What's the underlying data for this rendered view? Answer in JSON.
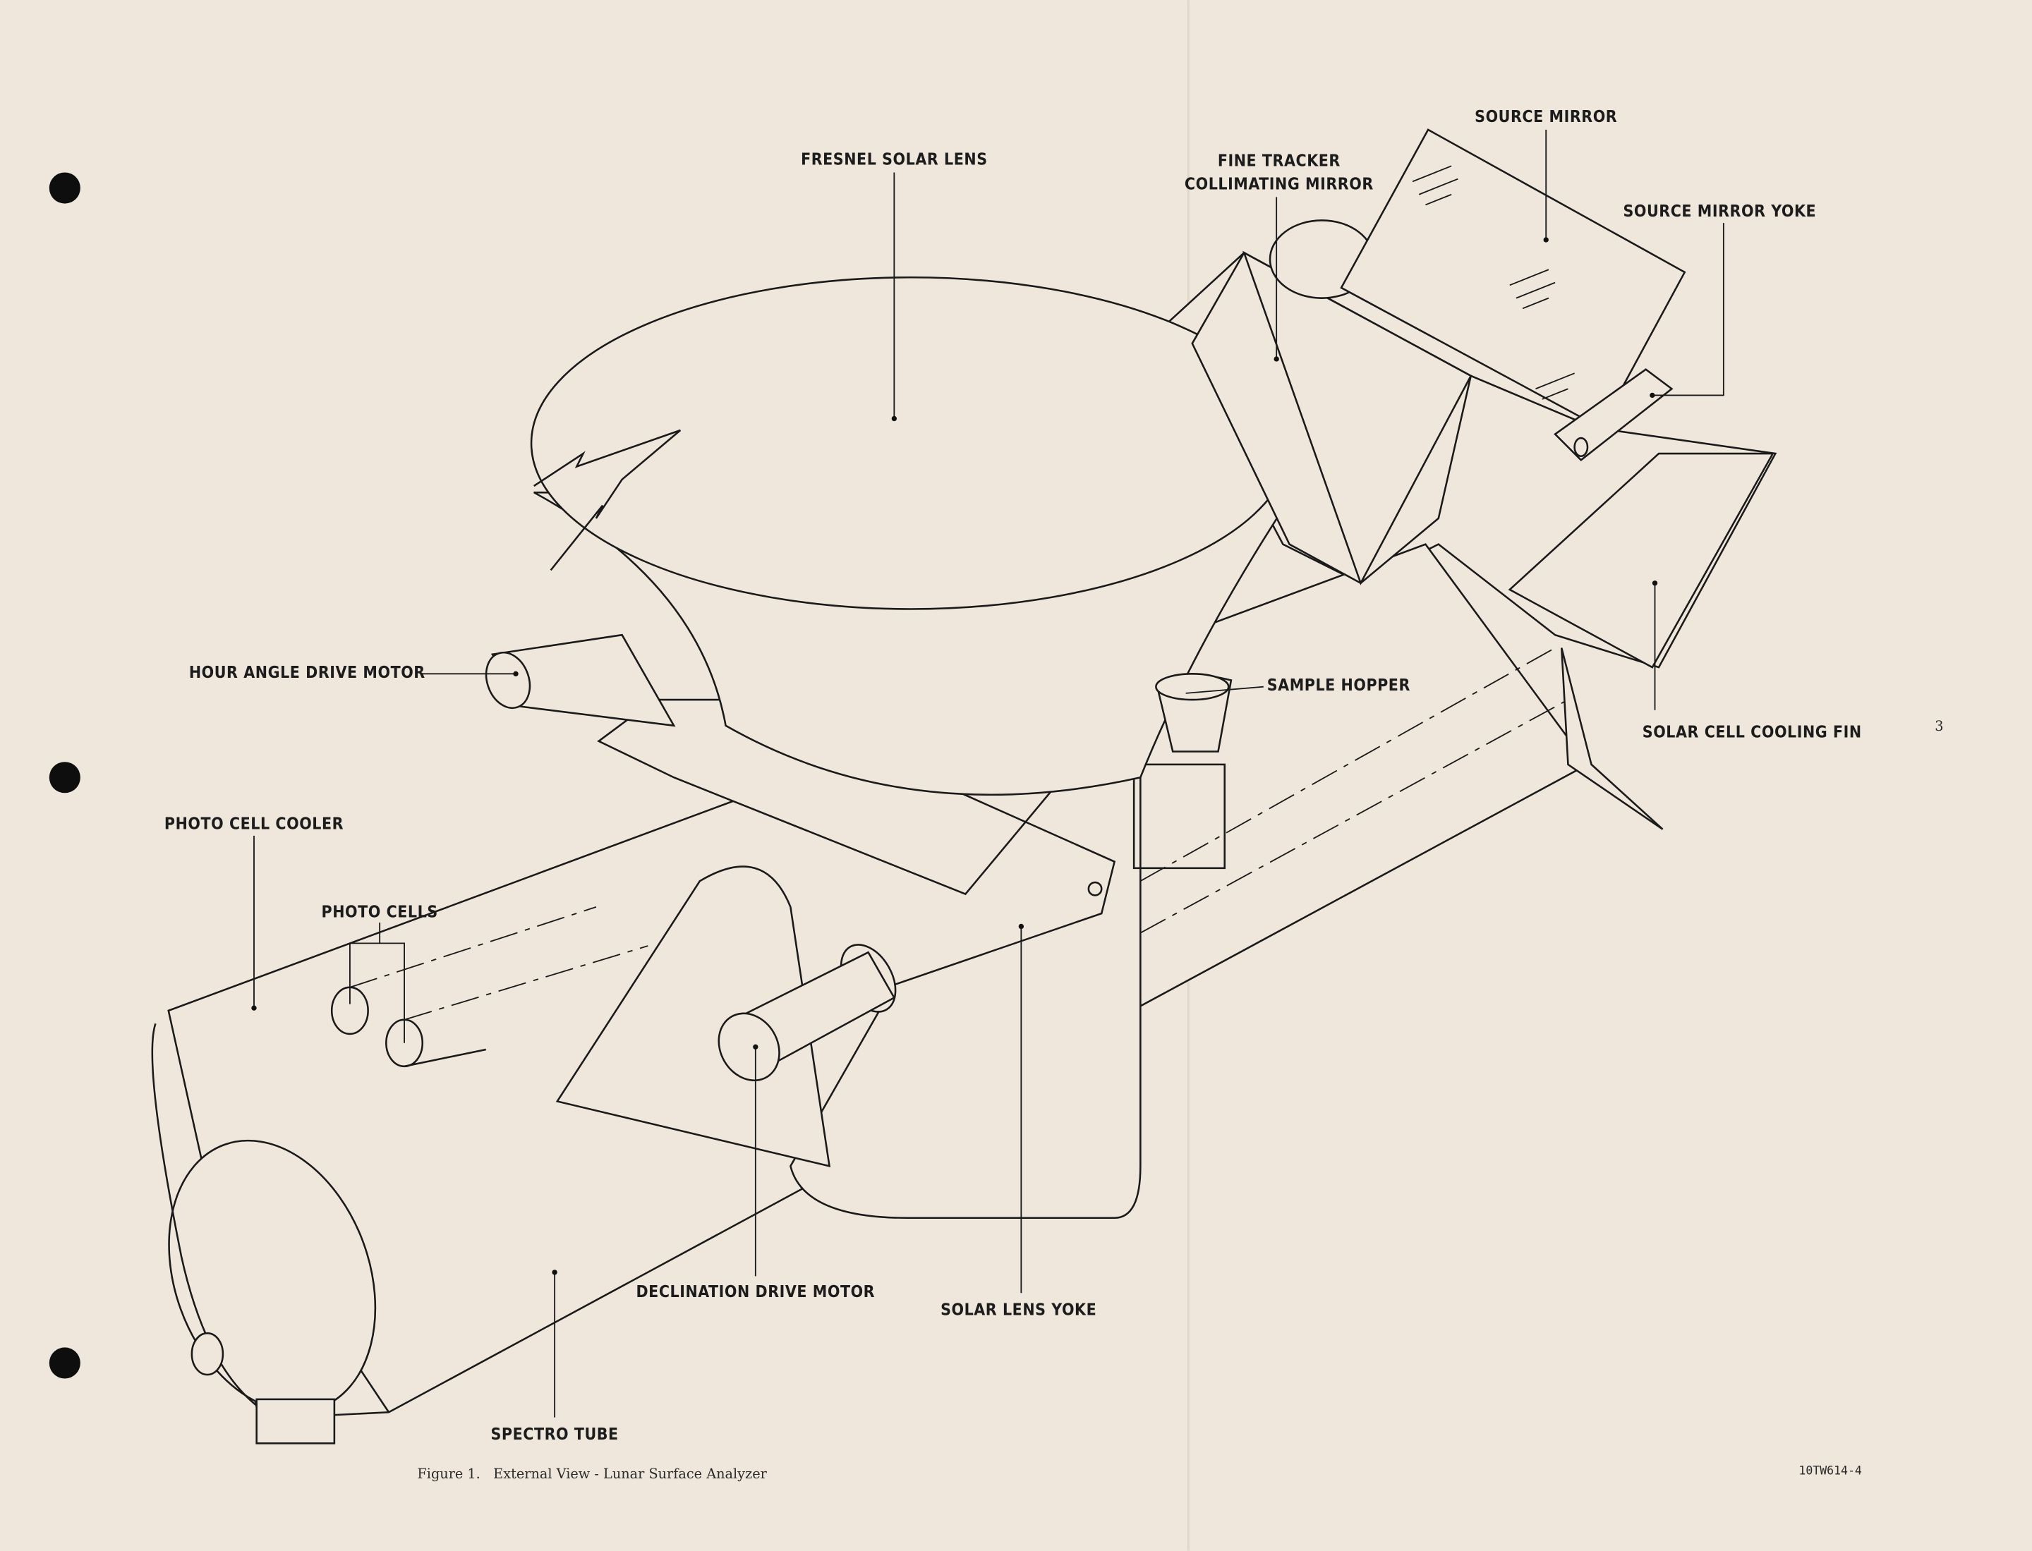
{
  "figure": {
    "caption": "Figure 1.   External View - Lunar Surface Analyzer",
    "page_number": "3",
    "drawing_code": "10TW614-4"
  },
  "labels": {
    "fresnel_solar_lens": "FRESNEL SOLAR LENS",
    "fine_tracker_line1": "FINE TRACKER",
    "fine_tracker_line2": "COLLIMATING MIRROR",
    "source_mirror": "SOURCE MIRROR",
    "source_mirror_yoke": "SOURCE MIRROR YOKE",
    "hour_angle_drive_motor": "HOUR ANGLE DRIVE MOTOR",
    "sample_hopper": "SAMPLE HOPPER",
    "solar_cell_cooling_fin": "SOLAR CELL COOLING FIN",
    "photo_cell_cooler": "PHOTO CELL COOLER",
    "photo_cells": "PHOTO CELLS",
    "declination_drive_motor": "DECLINATION DRIVE MOTOR",
    "solar_lens_yoke": "SOLAR LENS YOKE",
    "spectro_tube": "SPECTRO TUBE"
  }
}
